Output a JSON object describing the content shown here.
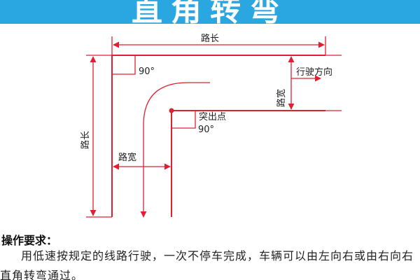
{
  "banner": {
    "title": "直角转弯"
  },
  "diagram": {
    "road_length_top": "路长",
    "road_length_left": "路长",
    "road_width_right": "路宽",
    "road_width_bottom": "路宽",
    "direction": "行驶方向",
    "protrusion_point": "突出点",
    "angle_outer": "90°",
    "angle_inner": "90°"
  },
  "requirements": {
    "heading": "操作要求：",
    "text": "用低速按规定的线路行驶，一次不停车完成，车辆可以由左向右或由右向右直角转弯通过。"
  },
  "colors": {
    "banner": "#2aa7e0",
    "line": "#e02030",
    "arrow": "#e02030",
    "text": "#222222"
  }
}
